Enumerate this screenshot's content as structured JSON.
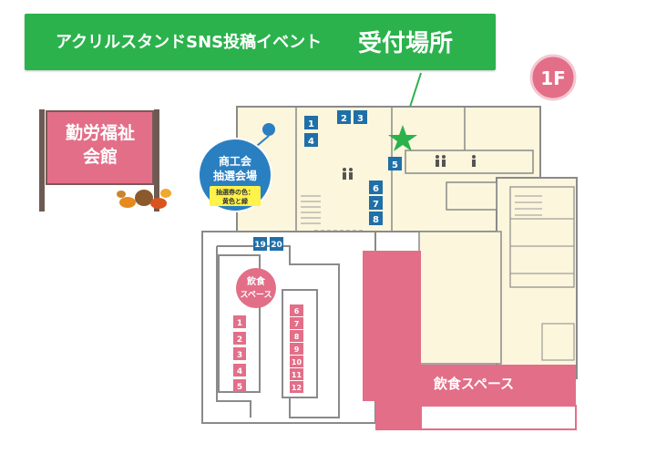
{
  "banner": {
    "title": "アクリルスタンドSNS投稿イベント",
    "subtitle": "受付場所"
  },
  "floor_badge": "1F",
  "sign": {
    "line1": "勤労福祉",
    "line2": "会館"
  },
  "lottery": {
    "line1": "商工会",
    "line2": "抽選会場",
    "note_line1": "抽選券の色：",
    "note_line2": "黄色と緑"
  },
  "food_space_small": {
    "line1": "飲食",
    "line2": "スペース"
  },
  "food_space_large": "飲食スペース",
  "booths_top": [
    "1",
    "4",
    "2",
    "3",
    "5",
    "6",
    "7",
    "8",
    "19",
    "20"
  ],
  "booths_left_column": [
    "1",
    "2",
    "3",
    "4",
    "5"
  ],
  "booths_right_column": [
    "6",
    "7",
    "8",
    "9",
    "10",
    "11",
    "12"
  ],
  "colors": {
    "green": "#2bb24c",
    "booth_blue": "#1f6fa8",
    "pink": "#e05f7c",
    "floor_fill": "#fbf6dc",
    "wall": "#8a8a8a"
  }
}
